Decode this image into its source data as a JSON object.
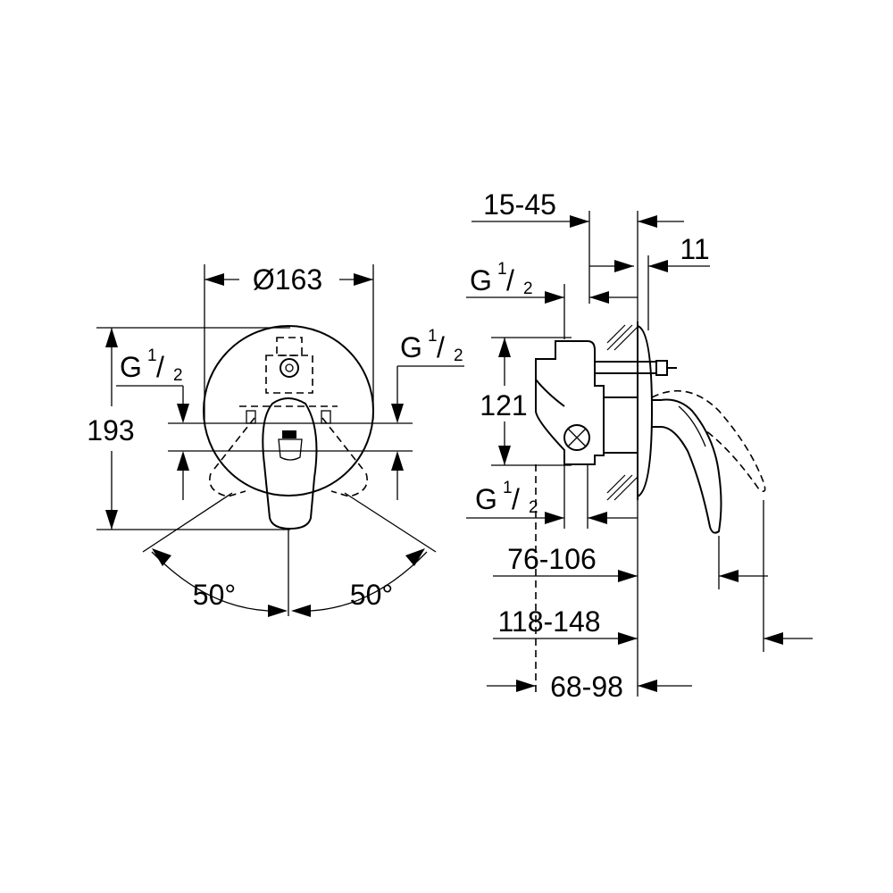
{
  "front_view": {
    "diameter": "Ø163",
    "height": "193",
    "left_port": {
      "g": "G",
      "num": "1",
      "den": "2"
    },
    "right_port": {
      "g": "G",
      "num": "1",
      "den": "2"
    },
    "angle_left": "50°",
    "angle_right": "50°"
  },
  "side_view": {
    "depth_range": "15-45",
    "plate": "11",
    "top_port": {
      "g": "G",
      "num": "1",
      "den": "2"
    },
    "port_spacing": "121",
    "bottom_port": {
      "g": "G",
      "num": "1",
      "den": "2"
    },
    "dim_a": "76-106",
    "dim_b": "118-148",
    "dim_c": "68-98"
  }
}
